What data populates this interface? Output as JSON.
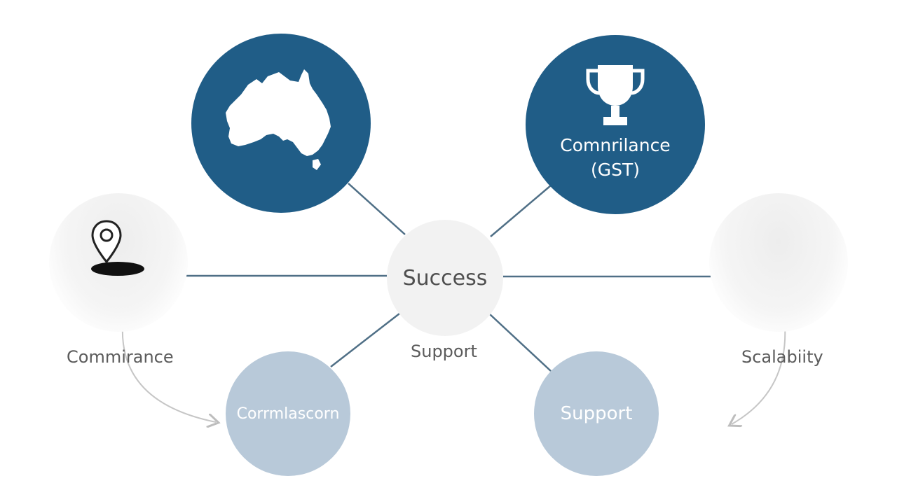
{
  "diagram": {
    "center": {
      "label": "Success"
    },
    "nodes": {
      "top_left": {
        "icon": "australia-map-icon"
      },
      "top_right": {
        "icon": "trophy-icon",
        "label_line1": "Comnrilance",
        "label_line2": "(GST)"
      },
      "left": {
        "icon": "location-pin-icon"
      },
      "right": {},
      "bottom_left": {
        "label": "Corrmlascorn"
      },
      "bottom_right": {
        "label": "Support"
      }
    },
    "labels": {
      "left": "Commirance",
      "center_below": "Support",
      "right": "Scalabiity"
    }
  },
  "colors": {
    "dark_blue": "#205d87",
    "light_blue": "#b8c9d9",
    "connector": "#4f6f86",
    "center_fill": "#f2f2f2",
    "text_gray": "#5b5b5b"
  }
}
